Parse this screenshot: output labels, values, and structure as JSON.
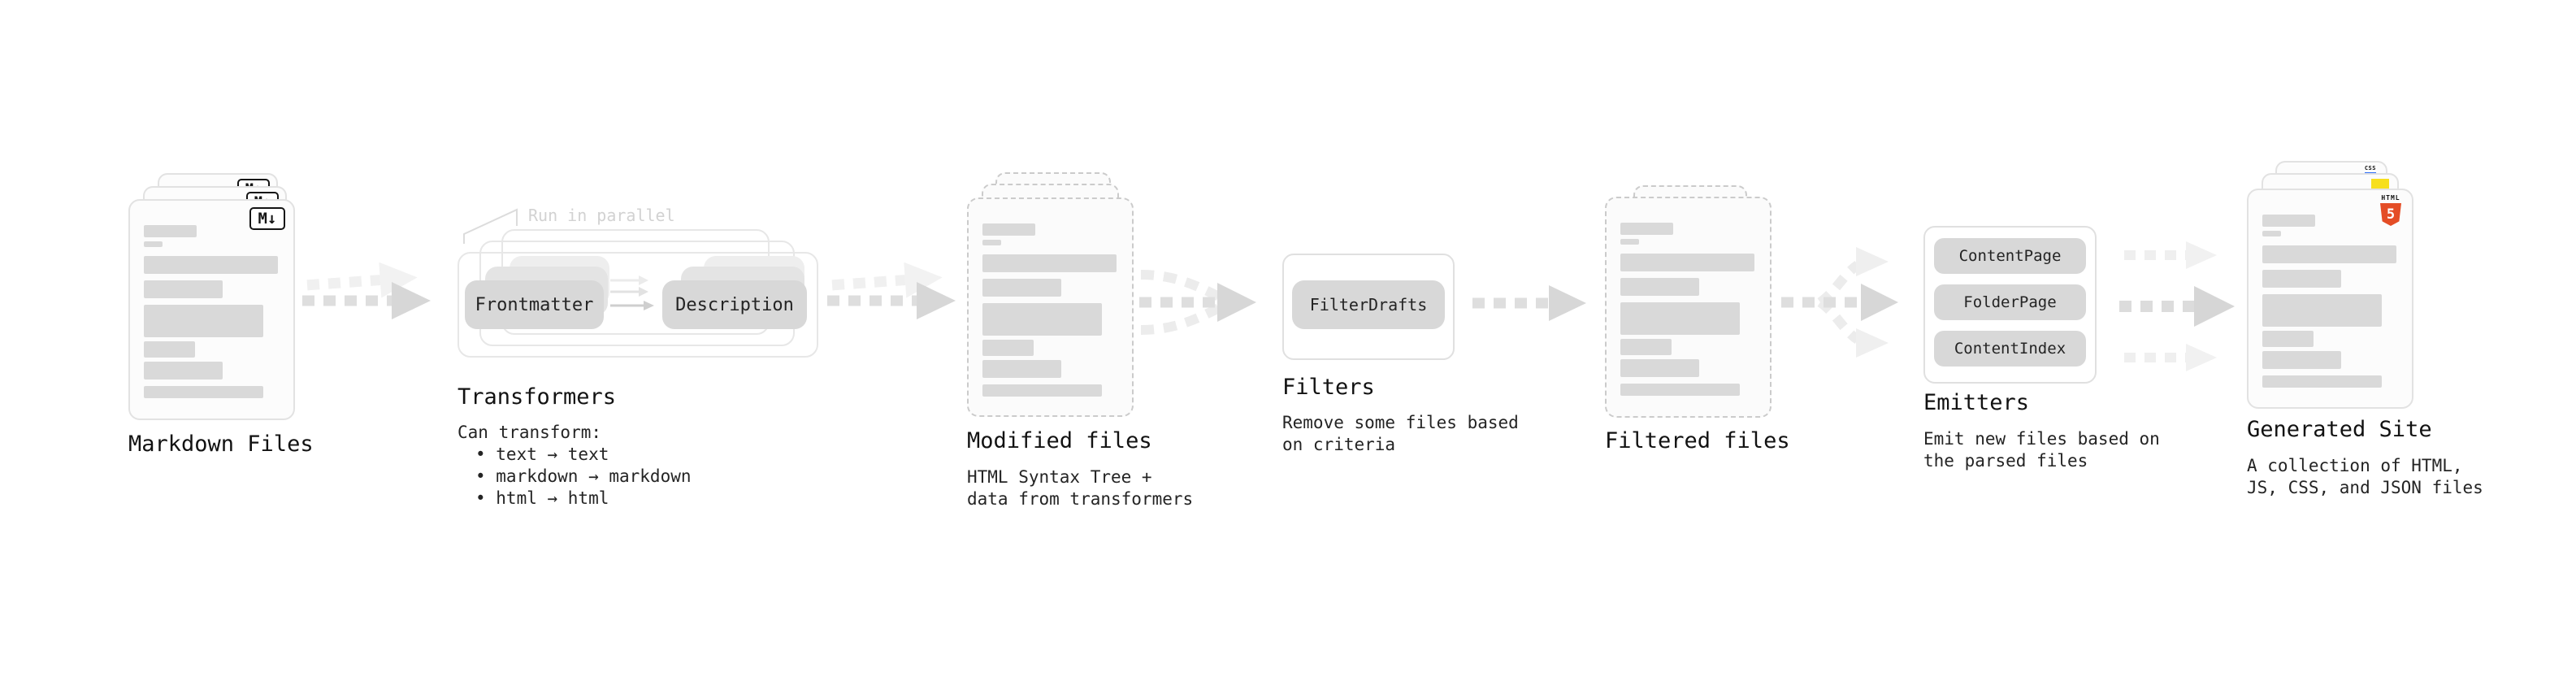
{
  "stages": {
    "markdown": {
      "label": "Markdown Files",
      "badge": "M↓"
    },
    "transformers": {
      "label": "Transformers",
      "annotation": "Run in parallel",
      "source_pill": "Frontmatter",
      "target_pill": "Description",
      "heading": "Can transform:",
      "bullets": [
        "• text → text",
        "• markdown → markdown",
        "• html → html"
      ]
    },
    "modified": {
      "label": "Modified files",
      "description": [
        "HTML Syntax Tree +",
        "data from transformers"
      ]
    },
    "filters": {
      "label": "Filters",
      "pill": "FilterDrafts",
      "description": [
        "Remove some files based",
        "on criteria"
      ]
    },
    "filtered": {
      "label": "Filtered files"
    },
    "emitters": {
      "label": "Emitters",
      "pills": [
        "ContentPage",
        "FolderPage",
        "ContentIndex"
      ],
      "description": [
        "Emit new files based on",
        "the parsed files"
      ]
    },
    "generated": {
      "label": "Generated Site",
      "description": [
        "A collection of HTML,",
        "JS, CSS, and JSON files"
      ],
      "badges": {
        "html5_word": "HTML",
        "html5_number": "5",
        "css": "CSS"
      }
    }
  },
  "colors": {
    "html5_orange": "#e44d26",
    "js_yellow": "#f7df1e",
    "css_blue": "#2d6df6",
    "skeleton_gray": "#d9d9d9"
  }
}
